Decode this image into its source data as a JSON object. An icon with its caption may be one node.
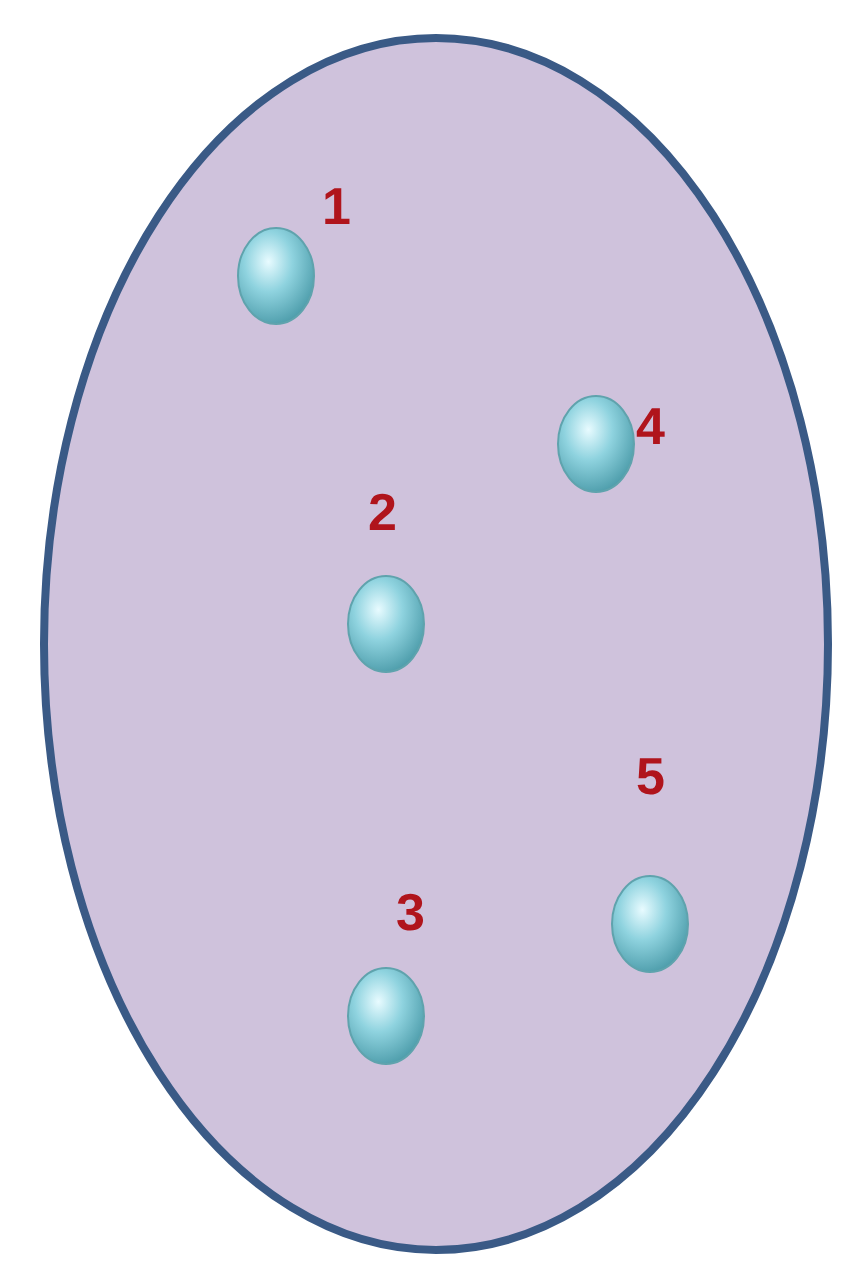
{
  "diagram": {
    "labels": [
      "1",
      "4",
      "2",
      "5",
      "3"
    ]
  }
}
